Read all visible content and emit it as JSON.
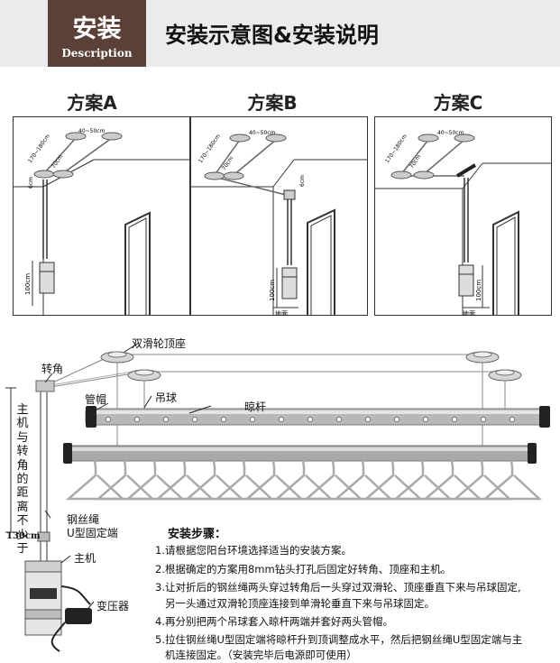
{
  "header": {
    "badge_cn": "安装",
    "badge_en": "Description",
    "title": "安装示意图&安装说明"
  },
  "plans": [
    {
      "title": "方案A",
      "dim_width": "40~50cm",
      "dim_length": "170~180cm",
      "dim_diag": "70cm",
      "dim_small": "6cm",
      "dim_height": "100cm",
      "floor": ""
    },
    {
      "title": "方案B",
      "dim_width": "40~50cm",
      "dim_length": "170~180cm",
      "dim_diag": "70cm",
      "dim_small": "6cm",
      "dim_height": "100cm",
      "floor": "地面"
    },
    {
      "title": "方案C",
      "dim_width": "40~50cm",
      "dim_length": "170~180cm",
      "dim_diag": "70cm",
      "dim_small": "",
      "dim_height": "100cm",
      "floor": "地面"
    }
  ],
  "diagram": {
    "labels": {
      "pulley_mount": "双滑轮顶座",
      "corner": "转角",
      "cap": "管帽",
      "ball": "吊球",
      "rod": "晾杆",
      "wire": "钢丝绳",
      "u_end": "U型固定端",
      "host": "主机",
      "transformer": "变压器"
    },
    "distance_label": "主机与转角的距离不少于",
    "distance_value": "130cm"
  },
  "steps": {
    "title": "安装步骤：",
    "items": [
      "1.请根据您阳台环境选择适当的安装方案。",
      "2.根据确定的方案用8mm钻头打孔后固定好转角、顶座和主机。",
      "3.让对折后的钢丝绳两头穿过转角后一头穿过双滑轮、顶座垂直下来与吊球固定,",
      "另一头通过双滑轮顶座连接到单滑轮垂直下来与吊球固定。",
      "4.再分别把两个吊球套入晾杆两端并套好两头管帽。",
      "5.拉住钢丝绳U型固定端将晾杆升到顶调整成水平，然后把钢丝绳U型固定端与主",
      "机连接固定。（安装完毕后电源即可使用）"
    ]
  },
  "colors": {
    "badge_bg": "#5a4036",
    "header_bg": "#ebebeb",
    "rod": "#a9a9a9"
  }
}
